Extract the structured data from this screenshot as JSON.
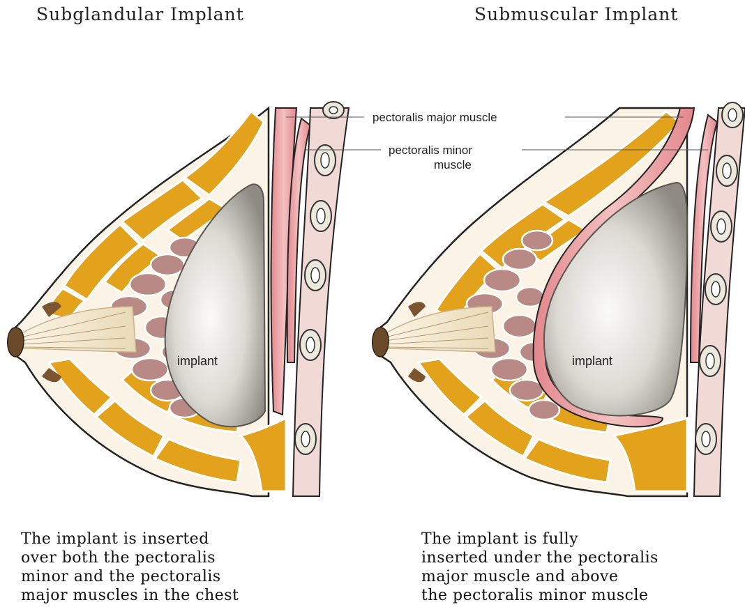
{
  "titles": {
    "left": "Subglandular Implant",
    "right": "Submuscular Implant"
  },
  "labels": {
    "pectoralis_major": "pectoralis major muscle",
    "pectoralis_minor_line1": "pectoralis minor",
    "pectoralis_minor_line2": "muscle",
    "implant_left": "implant",
    "implant_right": "implant"
  },
  "captions": {
    "left": [
      "The implant is inserted",
      "over both the pectoralis",
      "minor and the pectoralis",
      "major muscles in the chest"
    ],
    "right": [
      "The implant is fully",
      "inserted under the pectoralis",
      "major muscle and above",
      "the pectoralis minor muscle"
    ]
  },
  "colors": {
    "fat": "#e3a21c",
    "gland": "#b98a85",
    "muscle": "#eba9ab",
    "implant": "#d9d6d0",
    "rib": "#ece8dc",
    "chest_wall": "#f1dad6"
  }
}
